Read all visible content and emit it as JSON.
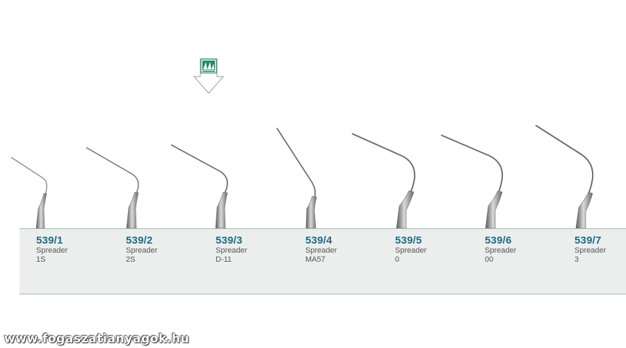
{
  "instruments": [
    {
      "code": "539/1",
      "name": "Spreader",
      "size": "1S"
    },
    {
      "code": "539/2",
      "name": "Spreader",
      "size": "2S"
    },
    {
      "code": "539/3",
      "name": "Spreader",
      "size": "D-11"
    },
    {
      "code": "539/4",
      "name": "Spreader",
      "size": "MA57"
    },
    {
      "code": "539/5",
      "name": "Spreader",
      "size": "0"
    },
    {
      "code": "539/6",
      "name": "Spreader",
      "size": "00"
    },
    {
      "code": "539/7",
      "name": "Spreader",
      "size": "3"
    }
  ],
  "watermark": "www.fogaszatianyagok.hu",
  "colors": {
    "code_text": "#1e6b82",
    "panel_bg": "#ebeeed",
    "badge_green": "#1f8a6a"
  },
  "badge_icon": "manufacturer-logo-icon"
}
